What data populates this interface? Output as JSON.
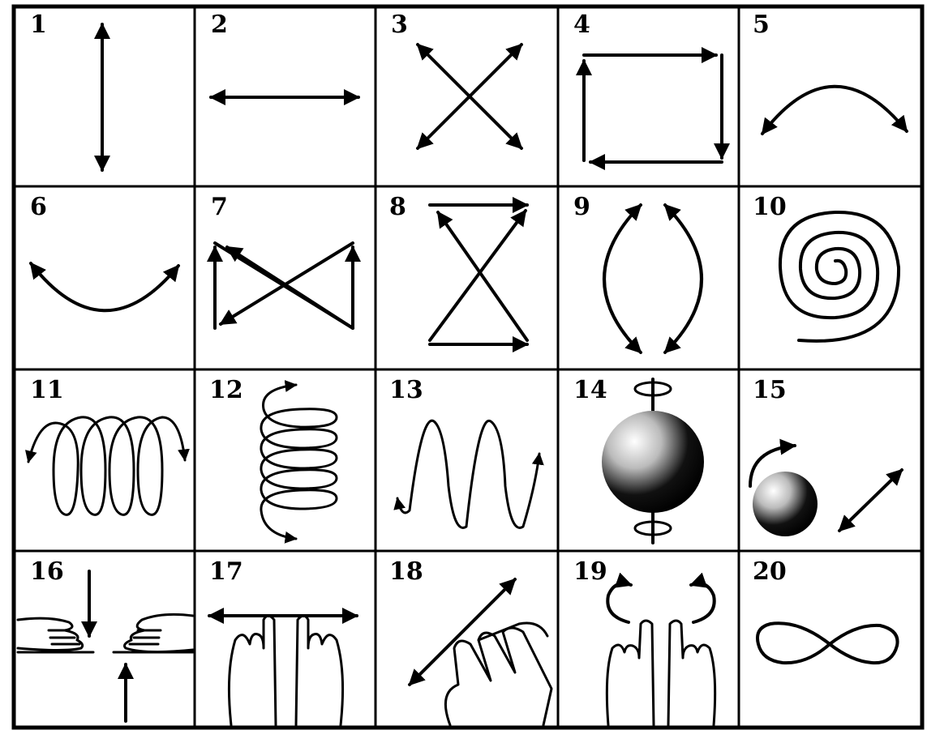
{
  "cells": [
    {
      "label": "1",
      "motion": "vertical-double-arrow"
    },
    {
      "label": "2",
      "motion": "horizontal-double-arrow"
    },
    {
      "label": "3",
      "motion": "diagonal-cross-arrows"
    },
    {
      "label": "4",
      "motion": "rectangle-loop-arrows"
    },
    {
      "label": "5",
      "motion": "arc-up-arrows"
    },
    {
      "label": "6",
      "motion": "arc-down-arrows"
    },
    {
      "label": "7",
      "motion": "horizontal-figure-eight-arrows"
    },
    {
      "label": "8",
      "motion": "vertical-hourglass-arrows"
    },
    {
      "label": "9",
      "motion": "oval-split-arrows"
    },
    {
      "label": "10",
      "motion": "spiral"
    },
    {
      "label": "11",
      "motion": "horizontal-coil"
    },
    {
      "label": "12",
      "motion": "vertical-spring"
    },
    {
      "label": "13",
      "motion": "wave-arrows"
    },
    {
      "label": "14",
      "motion": "sphere-rotation-axis"
    },
    {
      "label": "15",
      "motion": "ball-rotate-translate"
    },
    {
      "label": "16",
      "motion": "hands-vertical-press"
    },
    {
      "label": "17",
      "motion": "hands-horizontal-spread"
    },
    {
      "label": "18",
      "motion": "hand-diagonal-slide"
    },
    {
      "label": "19",
      "motion": "hands-circular-fingers"
    },
    {
      "label": "20",
      "motion": "infinity-loop"
    }
  ]
}
